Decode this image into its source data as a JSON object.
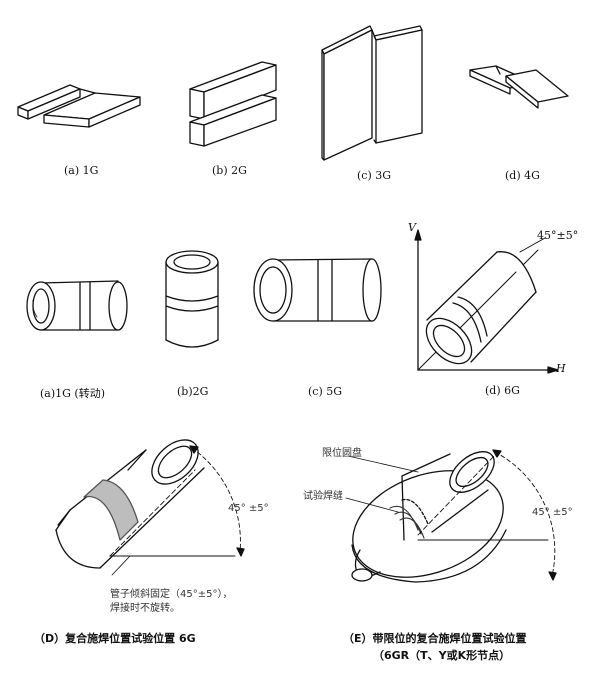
{
  "plates": {
    "captions": [
      "(a) 1G",
      "(b)  2G",
      "(c)  3G",
      "(d)  4G"
    ]
  },
  "pipes": {
    "captions": [
      "(a)1G (转动)",
      "(b)2G",
      "(c) 5G",
      "(d) 6G"
    ],
    "axis_v": "V",
    "axis_h": "H",
    "angle_label": "45°±5°"
  },
  "detail_d": {
    "angle_label": "45° ±5°",
    "note_line1": "管子倾斜固定（45°±5°），",
    "note_line2": "焊接时不旋转。",
    "caption": "（D）复合施焊位置试验位置     6G"
  },
  "detail_e": {
    "label_ring": "限位圆盘",
    "label_seam": "试验焊缝",
    "angle_label": "45° ±5°",
    "caption_line1": "（E）带限位的复合施焊位置试验位置",
    "caption_line2": "（6GR（T、Y或K形节点）"
  }
}
